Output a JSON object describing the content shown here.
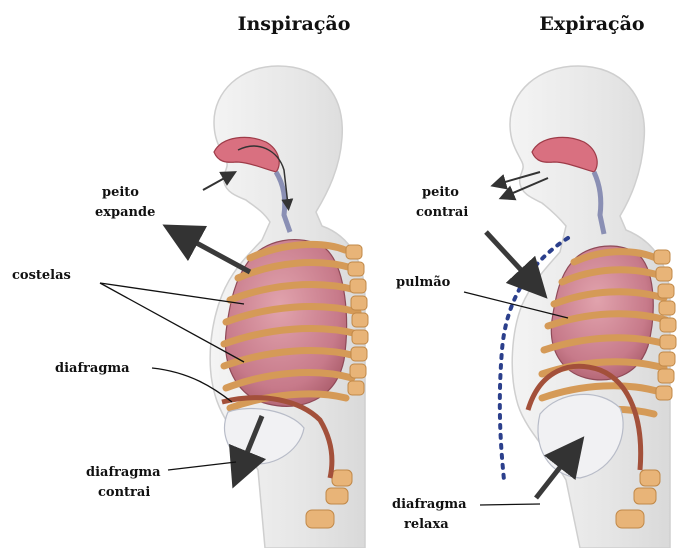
{
  "panels": {
    "inspiration": {
      "title": "Inspiração",
      "labels": {
        "chest": [
          "peito",
          "expande"
        ],
        "ribs": "costelas",
        "diaphragm": "diafragma",
        "diaphragm_action": [
          "diafragma",
          "contrai"
        ]
      }
    },
    "expiration": {
      "title": "Expiração",
      "labels": {
        "chest": [
          "peito",
          "contrai"
        ],
        "lung": "pulmão",
        "diaphragm_action": [
          "diafragma",
          "relaxa"
        ]
      }
    }
  },
  "colors": {
    "body": "#e9e9e9",
    "body_outline": "#c9c9c9",
    "lung": "#c77a8a",
    "rib": "#e8b478",
    "rib_dark": "#c98f4e",
    "diaphragm": "#a3503a",
    "arrow": "#3a3a3a",
    "dotted_line": "#2b3f8c",
    "airway": "#c5525f"
  }
}
